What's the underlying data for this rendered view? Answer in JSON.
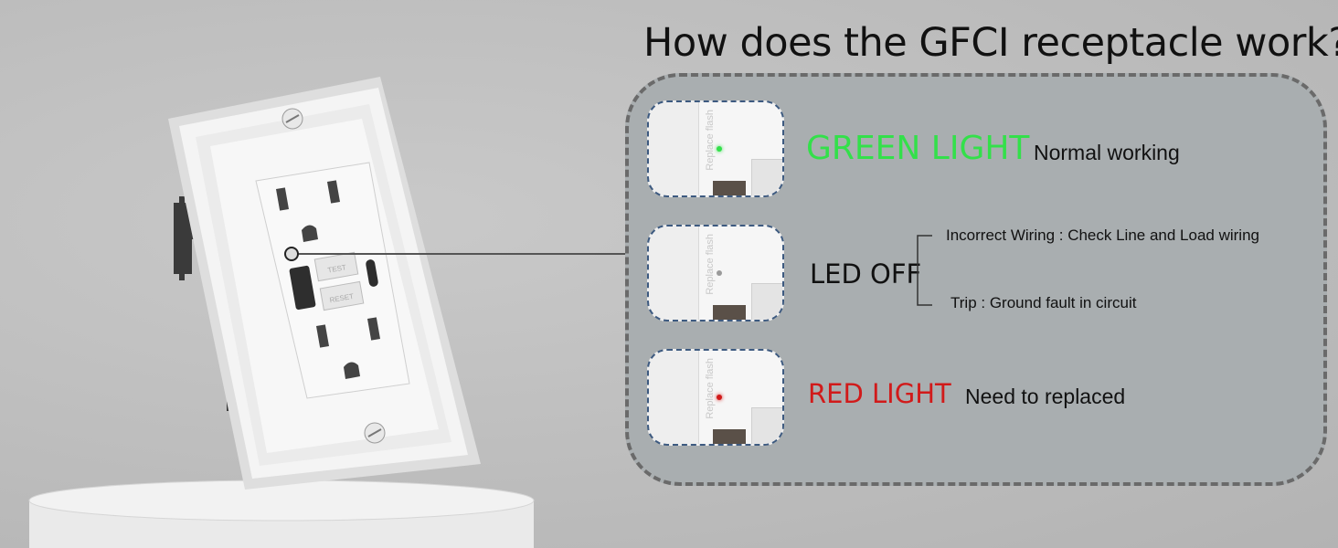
{
  "title": "How does the GFCI receptacle work?",
  "colors": {
    "green": "#33e04a",
    "red": "#d11a1a",
    "panel": "#a9aeb0"
  },
  "thumb_text": "Replace flash",
  "outlet_labels": {
    "test": "TEST",
    "reset": "RESET"
  },
  "states": [
    {
      "label": "GREEN LIGHT",
      "desc": "Normal working"
    },
    {
      "label": "LED OFF",
      "causes": [
        "Incorrect Wiring : Check Line and Load wiring",
        "Trip : Ground fault in circuit"
      ]
    },
    {
      "label": "RED LIGHT",
      "desc": "Need to replaced"
    }
  ]
}
